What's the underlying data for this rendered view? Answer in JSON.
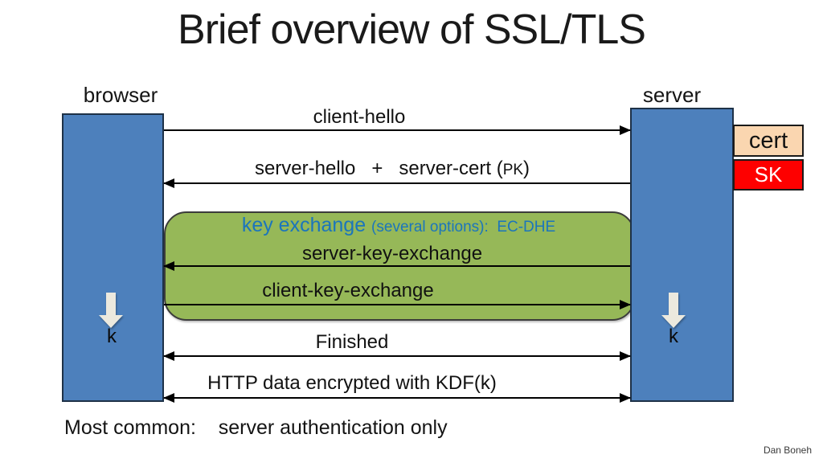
{
  "slide": {
    "title": "Brief overview of SSL/TLS",
    "note": "Most common:    server authentication only",
    "credit": "Dan Boneh"
  },
  "actors": {
    "browser_label": "browser",
    "server_label": "server",
    "browser_key": "k",
    "server_key": "k",
    "cert_label": "cert",
    "sk_label": "SK"
  },
  "key_exchange": {
    "heading": "key exchange ",
    "detail": "(several options):  EC-DHE"
  },
  "messages": [
    {
      "label": "client-hello",
      "direction": "right"
    },
    {
      "pre": "server-hello   +   server-cert (",
      "small": "PK",
      "post": ")",
      "direction": "left"
    },
    {
      "label": "server-key-exchange",
      "direction": "left"
    },
    {
      "label": "client-key-exchange",
      "direction": "right"
    },
    {
      "label": "Finished",
      "direction": "both"
    },
    {
      "label": "HTTP data encrypted with KDF(k)",
      "direction": "both"
    }
  ],
  "colors": {
    "bar_fill": "#4d80bc",
    "bar_border": "#1e3147",
    "keyx_fill": "#96b858",
    "cert_fill": "#fad6b0",
    "sk_fill": "#fe0000",
    "keyx_heading_text": "#1b75bc",
    "down_arrow_fill": "#ece9de"
  }
}
